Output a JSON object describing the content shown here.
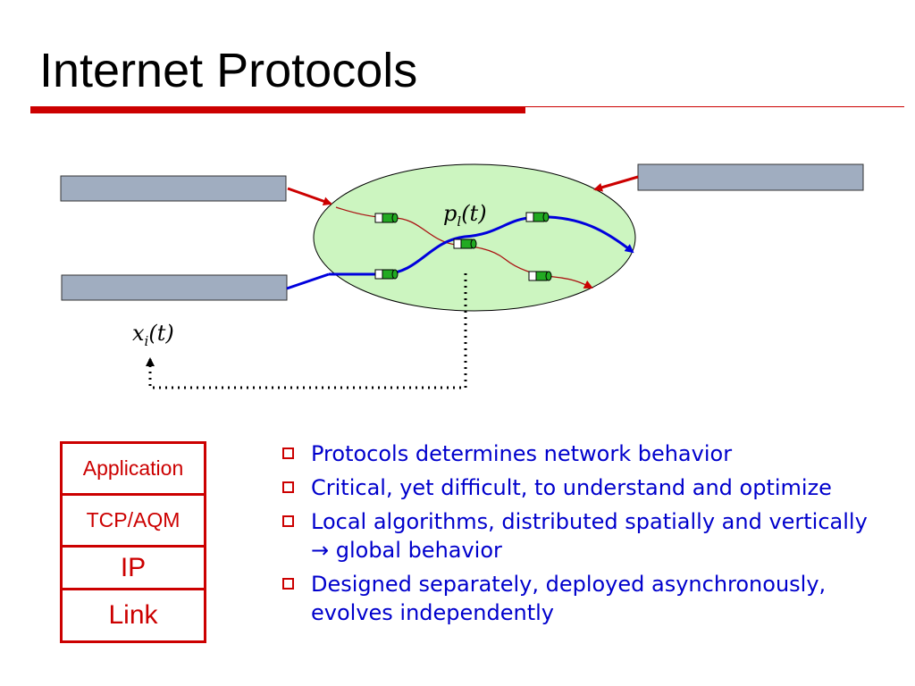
{
  "title": "Internet Protocols",
  "diagram": {
    "link_price_label": {
      "base": "p",
      "sub": "l",
      "rest": "(t)"
    },
    "source_rate_label": {
      "base": "x",
      "sub": "i",
      "rest": "(t)"
    }
  },
  "stack": [
    "Application",
    "TCP/AQM",
    "IP",
    "Link"
  ],
  "bullets": [
    "Protocols determines network behavior",
    "Critical, yet difficult, to understand and optimize",
    "Local algorithms, distributed spatially and vertically → global behavior",
    "Designed separately, deployed asynchronously, evolves independently"
  ],
  "colors": {
    "accent": "#cc0000",
    "text_blue": "#0000cc",
    "network": "#ccf5c0",
    "host": "#a0adc0",
    "flow_blue": "#0000dd",
    "flow_red": "#cc0000"
  }
}
